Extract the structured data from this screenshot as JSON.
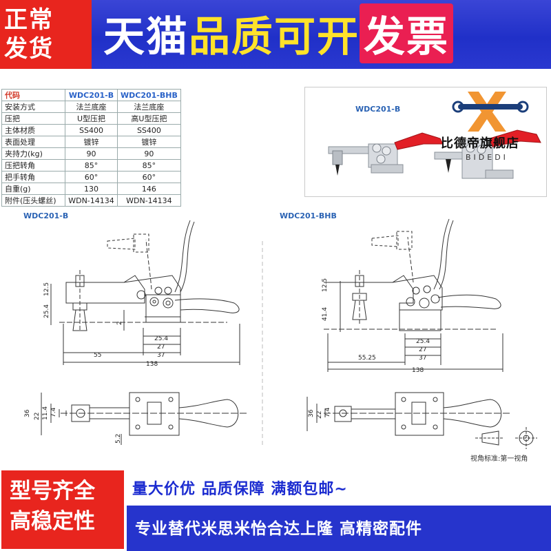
{
  "banner": {
    "badge_line1": "正常",
    "badge_line2": "发货",
    "title_part1": "天猫",
    "title_part2": "品质可开",
    "title_part3": "发票"
  },
  "spec_table": {
    "header": [
      "代码",
      "WDC201-B",
      "WDC201-BHB"
    ],
    "rows": [
      [
        "安装方式",
        "法兰底座",
        "法兰底座"
      ],
      [
        "压把",
        "U型压把",
        "高U型压把"
      ],
      [
        "主体材质",
        "SS400",
        "SS400"
      ],
      [
        "表面处理",
        "镀锌",
        "镀锌"
      ],
      [
        "夹持力(kg)",
        "90",
        "90"
      ],
      [
        "压把转角",
        "85°",
        "85°"
      ],
      [
        "把手转角",
        "60°",
        "60°"
      ],
      [
        "自重(g)",
        "130",
        "146"
      ],
      [
        "附件(压头螺丝)",
        "WDN-14134",
        "WDN-14134"
      ]
    ]
  },
  "photo": {
    "label": "WDC201-B",
    "brand_name": "比德帝旗舰店",
    "brand_sub": "BIDEDI"
  },
  "diagram_left": {
    "label": "WDC201-B",
    "dims": {
      "d12_5": "12.5",
      "d25_4v": "25.4",
      "d2": "2",
      "d25_4": "25.4",
      "d27": "27",
      "d37": "37",
      "d55": "55",
      "d138": "138",
      "d36": "36",
      "d22": "22",
      "d11_4": "11.4",
      "d7_4": "7.4",
      "d5_2": "5.2"
    }
  },
  "diagram_right": {
    "label": "WDC201-BHB",
    "dims": {
      "d12_5": "12.5",
      "d41_4": "41.4",
      "d25_4": "25.4",
      "d27": "27",
      "d37": "37",
      "d55_25": "55.25",
      "d138": "138",
      "d36": "36",
      "d22": "22",
      "d7_4": "7.4"
    },
    "view_note_left": "视角标准",
    "view_note_sep": ":",
    "view_note_right": "第一视角"
  },
  "bottom": {
    "badge_line1": "型号齐全",
    "badge_line2": "高稳定性",
    "slogan": "量大价优 品质保障 满额包邮~",
    "bar_text": "专业替代米思米怡合达上隆 高精密配件"
  },
  "colors": {
    "banner_blue": "#2a38d0",
    "badge_red": "#e8251e",
    "title_yellow": "#ffe22a",
    "title_pink": "#ea1f52",
    "label_blue": "#2b63b4"
  }
}
